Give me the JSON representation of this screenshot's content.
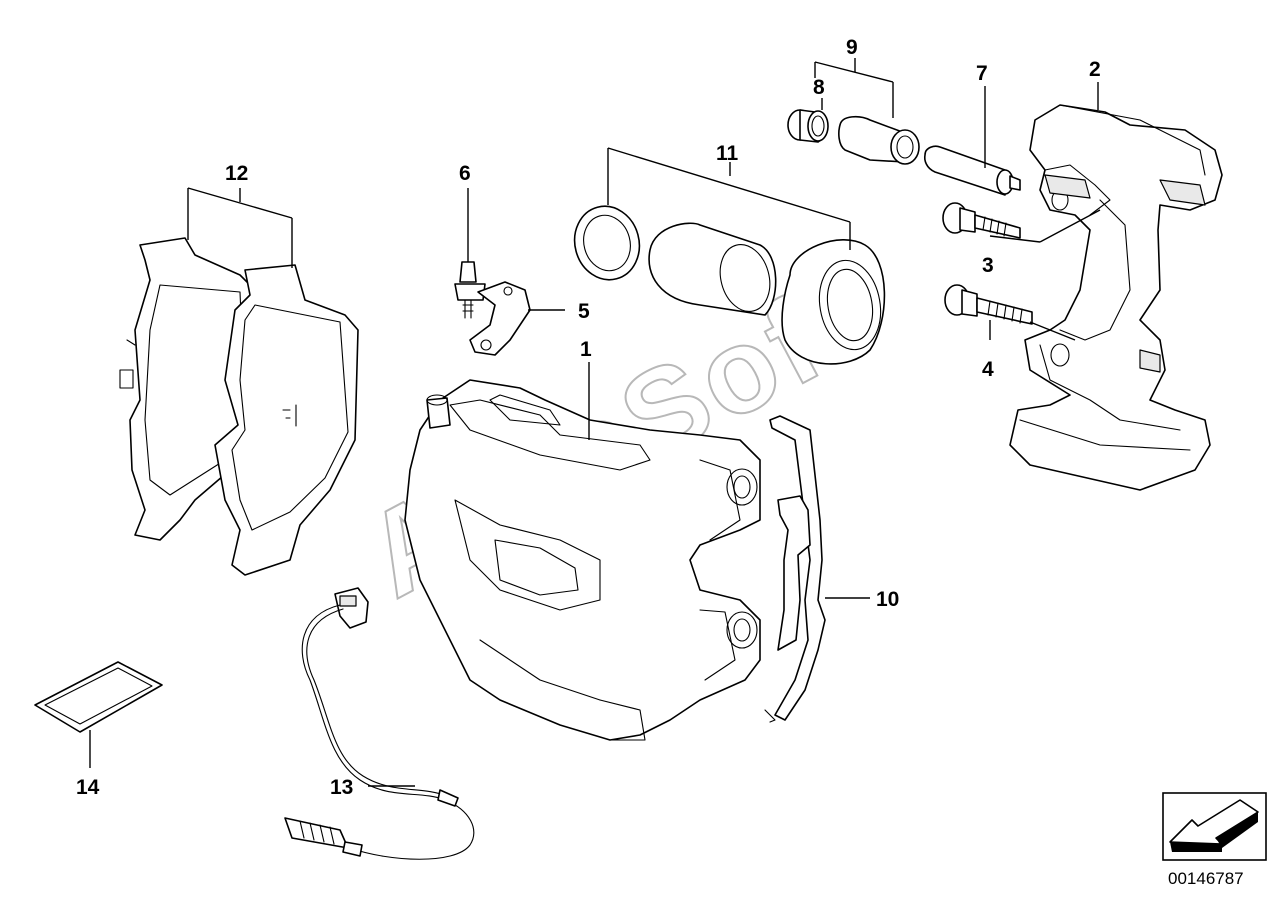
{
  "diagram": {
    "watermark": "AutoSoft",
    "doc_number": "00146787",
    "callouts": {
      "c1": "1",
      "c2": "2",
      "c3": "3",
      "c4": "4",
      "c5": "5",
      "c6": "6",
      "c7": "7",
      "c8": "8",
      "c9": "9",
      "c10": "10",
      "c11": "11",
      "c12": "12",
      "c13": "13",
      "c14": "14"
    }
  }
}
